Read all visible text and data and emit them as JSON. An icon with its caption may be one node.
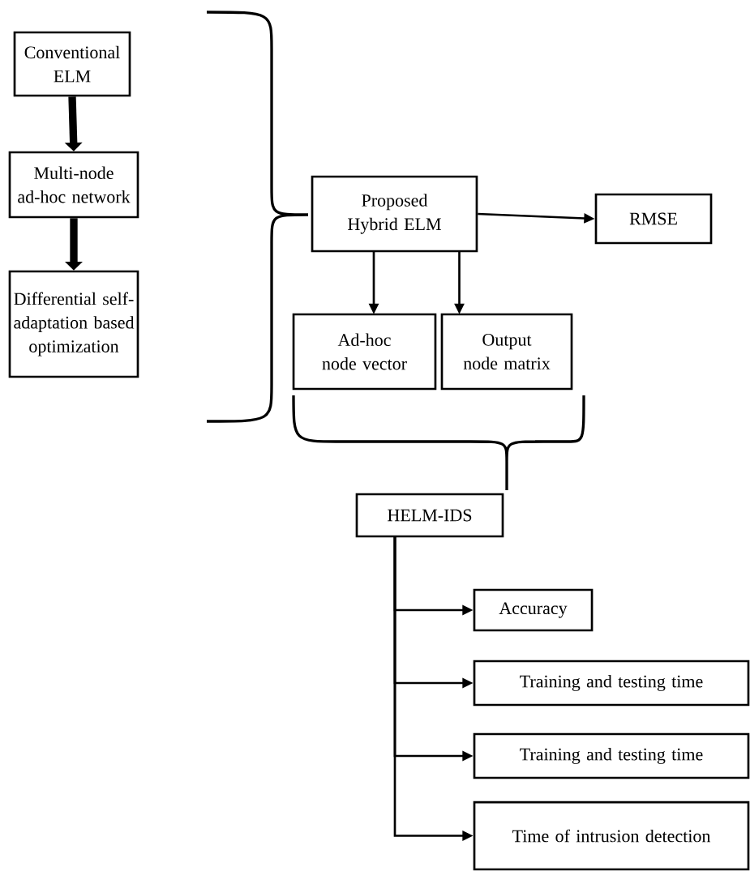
{
  "diagram": {
    "nodes": [
      {
        "text": [
          "Conventional ELM"
        ]
      },
      {
        "text": [
          "Multi-node ad-hoc network"
        ]
      },
      {
        "text": [
          "Differential self-adaptation based optimization"
        ]
      },
      {
        "text": [
          "Proposed Hybrid ELM"
        ]
      },
      {
        "text": [
          "RMSE"
        ]
      },
      {
        "text": [
          "Ad-hoc node vector"
        ]
      },
      {
        "text": [
          "Output node matrix"
        ]
      },
      {
        "text": [
          "HELM-IDS"
        ]
      },
      {
        "text": [
          "Accuracy"
        ]
      },
      {
        "text": [
          "Training and testing time"
        ]
      },
      {
        "text": [
          "Training and testing time"
        ]
      },
      {
        "text": [
          "Time of intrusion detection"
        ]
      }
    ],
    "edges": [
      {
        "from": 0,
        "to": 1,
        "arrow": "to",
        "style": "thick"
      },
      {
        "from": 1,
        "to": 2,
        "arrow": "to",
        "style": "thick"
      },
      {
        "from": 3,
        "to": 4,
        "arrow": "to"
      },
      {
        "from": 3,
        "to": 5,
        "arrow": "to"
      },
      {
        "from": 3,
        "to": 6,
        "arrow": "to"
      },
      {
        "from": 7,
        "to": 8,
        "arrow": "to"
      },
      {
        "from": 7,
        "to": 9,
        "arrow": "to"
      },
      {
        "from": 7,
        "to": 10,
        "arrow": "to"
      },
      {
        "from": 7,
        "to": 11,
        "arrow": "to"
      }
    ]
  }
}
